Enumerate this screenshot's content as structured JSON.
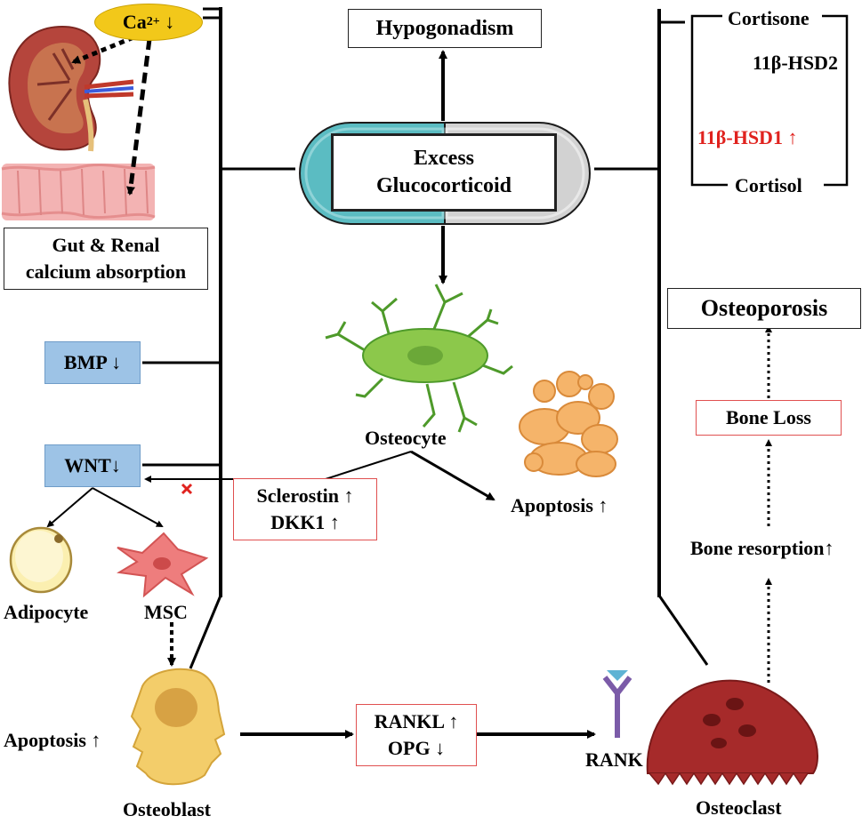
{
  "center": {
    "drug_line1": "Excess",
    "drug_line2": "Glucocorticoid"
  },
  "top": {
    "hypogonadism": "Hypogonadism"
  },
  "left_panel": {
    "calcium_badge_base": "Ca",
    "calcium_badge_sup": "2+",
    "calcium_badge_arrow": "↓",
    "absorption_line1": "Gut & Renal",
    "absorption_line2": "calcium absorption",
    "bmp": "BMP ↓",
    "wnt": "WNT↓",
    "adipocyte": "Adipocyte",
    "msc": "MSC",
    "osteoblast_apoptosis": "Apoptosis ↑",
    "osteoblast": "Osteoblast"
  },
  "middle_panel": {
    "osteocyte": "Osteocyte",
    "sclerostin_line1": "Sclerostin ↑",
    "sclerostin_line2": "DKK1 ↑",
    "osteocyte_apoptosis": "Apoptosis ↑",
    "rankl_line1": "RANKL ↑",
    "rankl_line2": "OPG ↓",
    "rank": "RANK"
  },
  "right_panel": {
    "cortisone": "Cortisone",
    "hsd2": "11β-HSD2",
    "hsd1": "11β-HSD1 ↑",
    "cortisol": "Cortisol",
    "osteoporosis": "Osteoporosis",
    "bone_loss": "Bone Loss",
    "bone_resorption": "Bone resorption↑",
    "osteoclast": "Osteoclast"
  },
  "colors": {
    "accent_red": "#e0221e",
    "box_red_border": "#e05050",
    "blue_box": "#9dc3e6",
    "pill_teal": "#5bbcc2",
    "pill_gray": "#d2d2d2",
    "osteocyte_green": "#8cc84b",
    "apoptosis_orange": "#f5b46a",
    "osteoblast_yellow": "#f3cd6a",
    "osteoclast_red": "#a62a2a",
    "msc_pink": "#ee7d7d",
    "rank_purple": "#7b5ba8"
  },
  "icons": [
    "kidney-icon",
    "intestine-icon",
    "osteocyte-cell-icon",
    "apoptotic-cell-icon",
    "adipocyte-icon",
    "msc-cell-icon",
    "osteoblast-cell-icon",
    "osteoclast-cell-icon",
    "rank-receptor-icon",
    "inhibition-x-icon"
  ]
}
